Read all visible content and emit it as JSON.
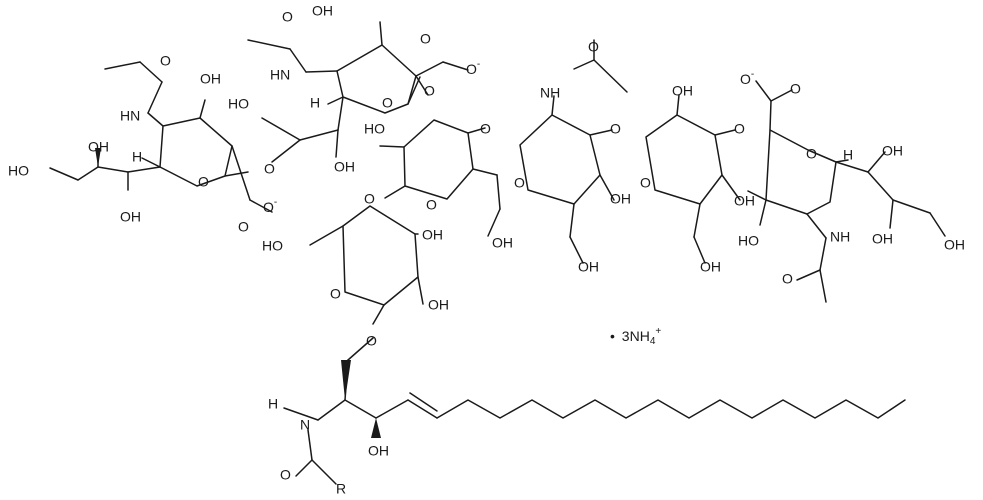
{
  "atoms": {
    "O": "O",
    "OH": "OH",
    "HO": "HO",
    "NH": "NH",
    "HN": "HN",
    "H": "H",
    "N": "N",
    "R": "R",
    "O_anion": "O",
    "anion_charge": "-"
  },
  "counterion": {
    "bullet": "•",
    "label": "3NH",
    "subscript": "4",
    "charge": "+"
  },
  "colors": {
    "ink": "#1a1a1a",
    "background": "#ffffff"
  }
}
